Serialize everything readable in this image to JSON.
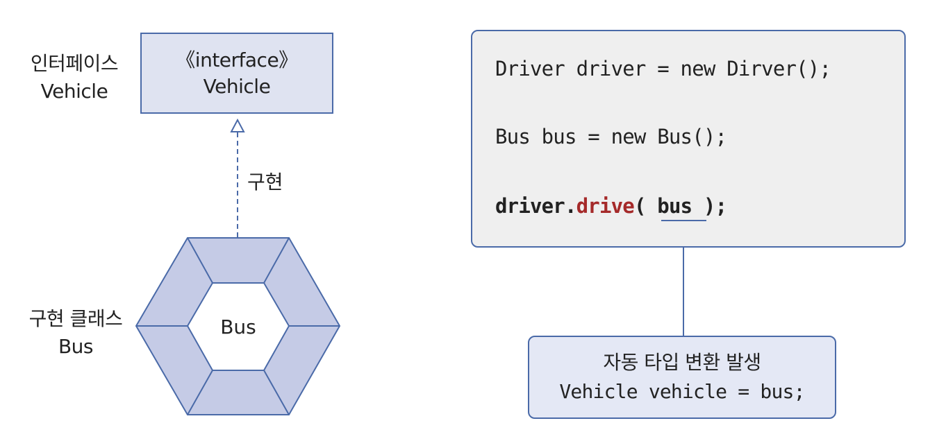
{
  "interface_label": {
    "line1": "인터페이스",
    "line2": "Vehicle"
  },
  "interface_box": {
    "stereotype": "《interface》",
    "name": "Vehicle"
  },
  "realization_label": "구현",
  "impl_label": {
    "line1": "구현 클래스",
    "line2": "Bus"
  },
  "impl_class": {
    "name": "Bus"
  },
  "code": {
    "line1": "Driver driver = new Dirver();",
    "line2": "Bus bus = new Bus();",
    "line3_object": "driver",
    "line3_dot": ".",
    "line3_method": "drive",
    "line3_open": "( ",
    "line3_arg": "bus",
    "line3_close": " );"
  },
  "note": {
    "title": "자동 타입 변환 발생",
    "code": "Vehicle vehicle = bus;"
  },
  "colors": {
    "border": "#4a6aa8",
    "interface_fill": "#dfe3f1",
    "hexagon_fill": "#c5cbe6",
    "code_bg": "#efefef",
    "note_fill": "#e4e8f5",
    "method": "#a52a2a"
  }
}
